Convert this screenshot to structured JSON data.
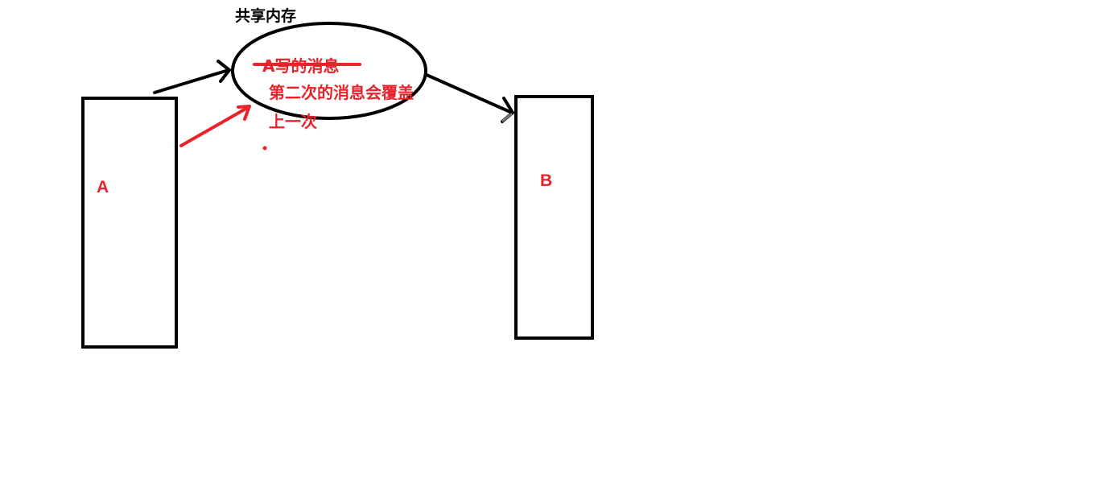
{
  "colors": {
    "ink": "#000000",
    "accent_red": "#e8232a",
    "arrowhead_gray": "#777777"
  },
  "diagram": {
    "shared_memory": {
      "title": "共享内存",
      "struck_message": "A写的消息",
      "note_line1": "第二次的消息会覆盖",
      "note_line2": "上一次"
    },
    "process_a": {
      "label": "A"
    },
    "process_b": {
      "label": "B"
    }
  }
}
